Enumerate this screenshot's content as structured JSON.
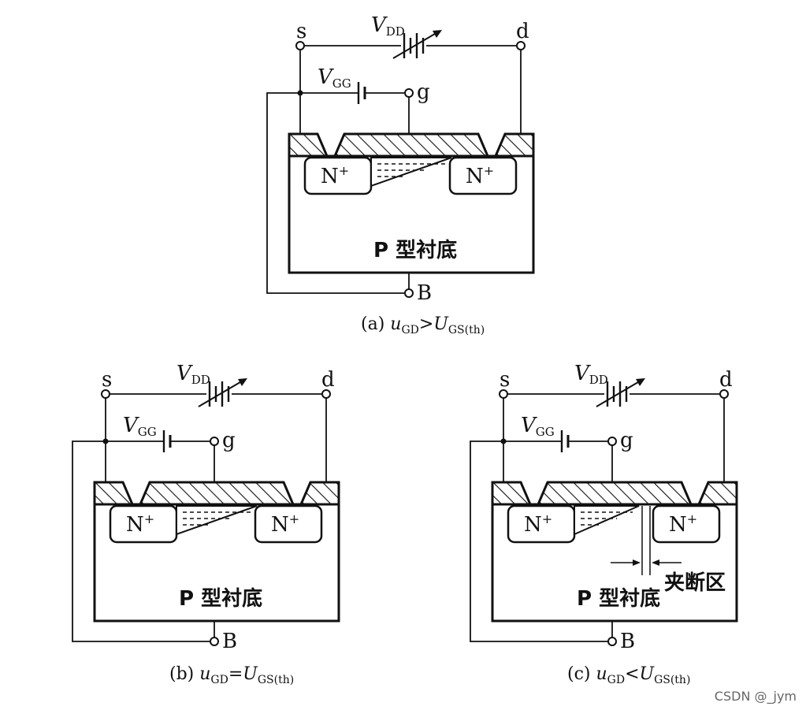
{
  "diagrams": [
    {
      "id": "a",
      "terminals": {
        "source": "s",
        "drain": "d",
        "gate": "g",
        "bulk": "B"
      },
      "sources": {
        "vdd_main": "V",
        "vdd_sub": "DD",
        "vgg_main": "V",
        "vgg_sub": "GG"
      },
      "n_plus_left": "N",
      "n_plus_right": "N",
      "sup": "+",
      "substrate": "P 型衬底",
      "caption": {
        "prefix": "(a)",
        "var": "u",
        "var_sub": "GD",
        "op": ">",
        "rhs": "U",
        "rhs_sub": "GS(th)"
      },
      "pinch_label": ""
    },
    {
      "id": "b",
      "terminals": {
        "source": "s",
        "drain": "d",
        "gate": "g",
        "bulk": "B"
      },
      "sources": {
        "vdd_main": "V",
        "vdd_sub": "DD",
        "vgg_main": "V",
        "vgg_sub": "GG"
      },
      "n_plus_left": "N",
      "n_plus_right": "N",
      "sup": "+",
      "substrate": "P 型衬底",
      "caption": {
        "prefix": "(b)",
        "var": "u",
        "var_sub": "GD",
        "op": "=",
        "rhs": "U",
        "rhs_sub": "GS(th)"
      },
      "pinch_label": ""
    },
    {
      "id": "c",
      "terminals": {
        "source": "s",
        "drain": "d",
        "gate": "g",
        "bulk": "B"
      },
      "sources": {
        "vdd_main": "V",
        "vdd_sub": "DD",
        "vgg_main": "V",
        "vgg_sub": "GG"
      },
      "n_plus_left": "N",
      "n_plus_right": "N",
      "sup": "+",
      "substrate": "P 型衬底",
      "caption": {
        "prefix": "(c)",
        "var": "u",
        "var_sub": "GD",
        "op": "<",
        "rhs": "U",
        "rhs_sub": "GS(th)"
      },
      "pinch_label": "夹断区"
    }
  ],
  "watermark": "CSDN @_jym"
}
